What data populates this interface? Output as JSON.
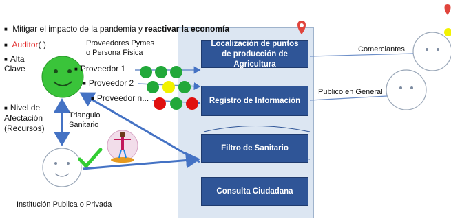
{
  "header": {
    "line_plain": "Mitigar el impacto de la pandemia y ",
    "line_bold": "reactivar la economía"
  },
  "left_labels": {
    "auditor": "Auditor",
    "auditor_paren": "(   )",
    "alta": "Alta",
    "clave": "Clave",
    "nivel_1": "Nivel de",
    "nivel_2": "Afectación",
    "nivel_3": "(Recursos)"
  },
  "providers": {
    "heading_1": "Proveedores Pymes",
    "heading_2": "o Persona Física",
    "p1": "Proveedor 1",
    "p2": "Proveedor 2",
    "pn": "Proveedor n..."
  },
  "triangulo": {
    "line1": "Triangulo",
    "line2": "Sanitario"
  },
  "institucion": "Institución Publica o Privada",
  "boxes": {
    "b1": "Localización de puntos de producción de Agricultura",
    "b2": "Registro de Información",
    "b3": "Filtro de Sanitario",
    "b4": "Consulta Ciudadana"
  },
  "right_labels": {
    "comerciantes": "Comerciantes",
    "publico": "Publico en General"
  },
  "colors": {
    "panel": "#dce6f2",
    "box": "#2f5597",
    "arrow": "#4472c4",
    "smiley_green": "#3ac43a",
    "light_green": "#22a83a",
    "light_yellow": "#f2f200",
    "light_red": "#e01010",
    "auditor_red": "#e02020",
    "pin_red": "#e0443c",
    "check": "#32cd32"
  },
  "icons": [
    "map-pin-icon",
    "smiley-face-icon",
    "checkmark-icon",
    "person-in-bubble-icon",
    "traffic-light-icon"
  ]
}
